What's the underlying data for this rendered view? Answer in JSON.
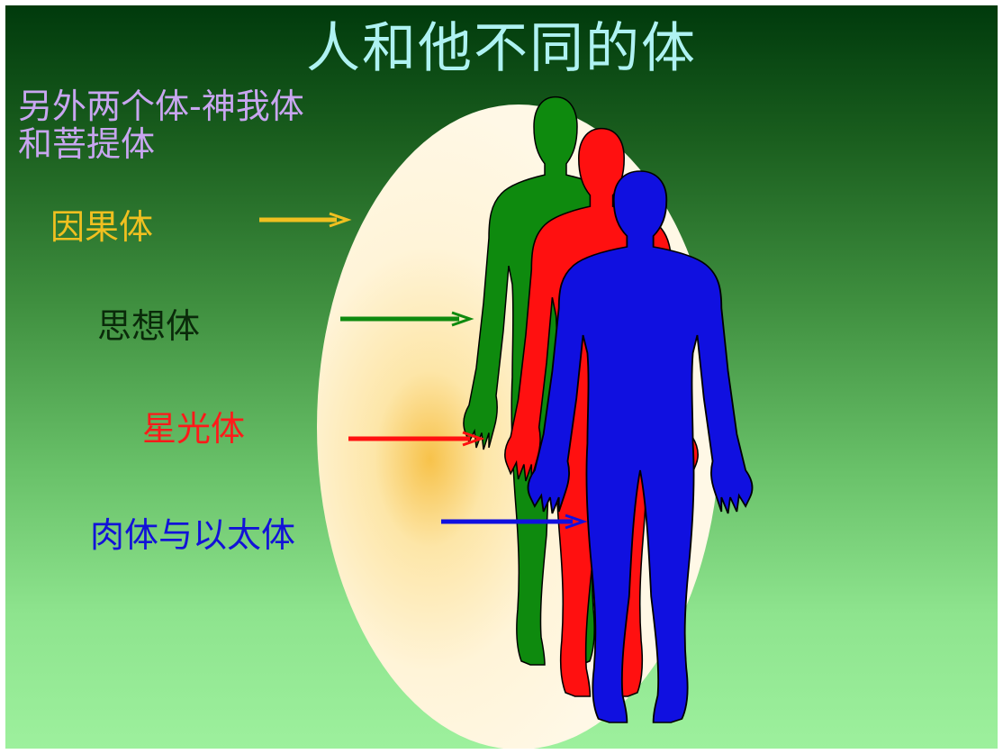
{
  "title": "人和他不同的体",
  "subtitle_line1": "另外两个体-神我体",
  "subtitle_line2": "和菩提体",
  "labels": {
    "causal": "因果体",
    "mental": "思想体",
    "astral": "星光体",
    "physical": "肉体与以太体"
  },
  "colors": {
    "title": "#aef2f2",
    "subtitle": "#c8a6f0",
    "causal": "#f0c020",
    "mental": "#0e8a0e",
    "astral": "#ff1010",
    "physical": "#1010e0",
    "aura": "#fff6d8"
  }
}
